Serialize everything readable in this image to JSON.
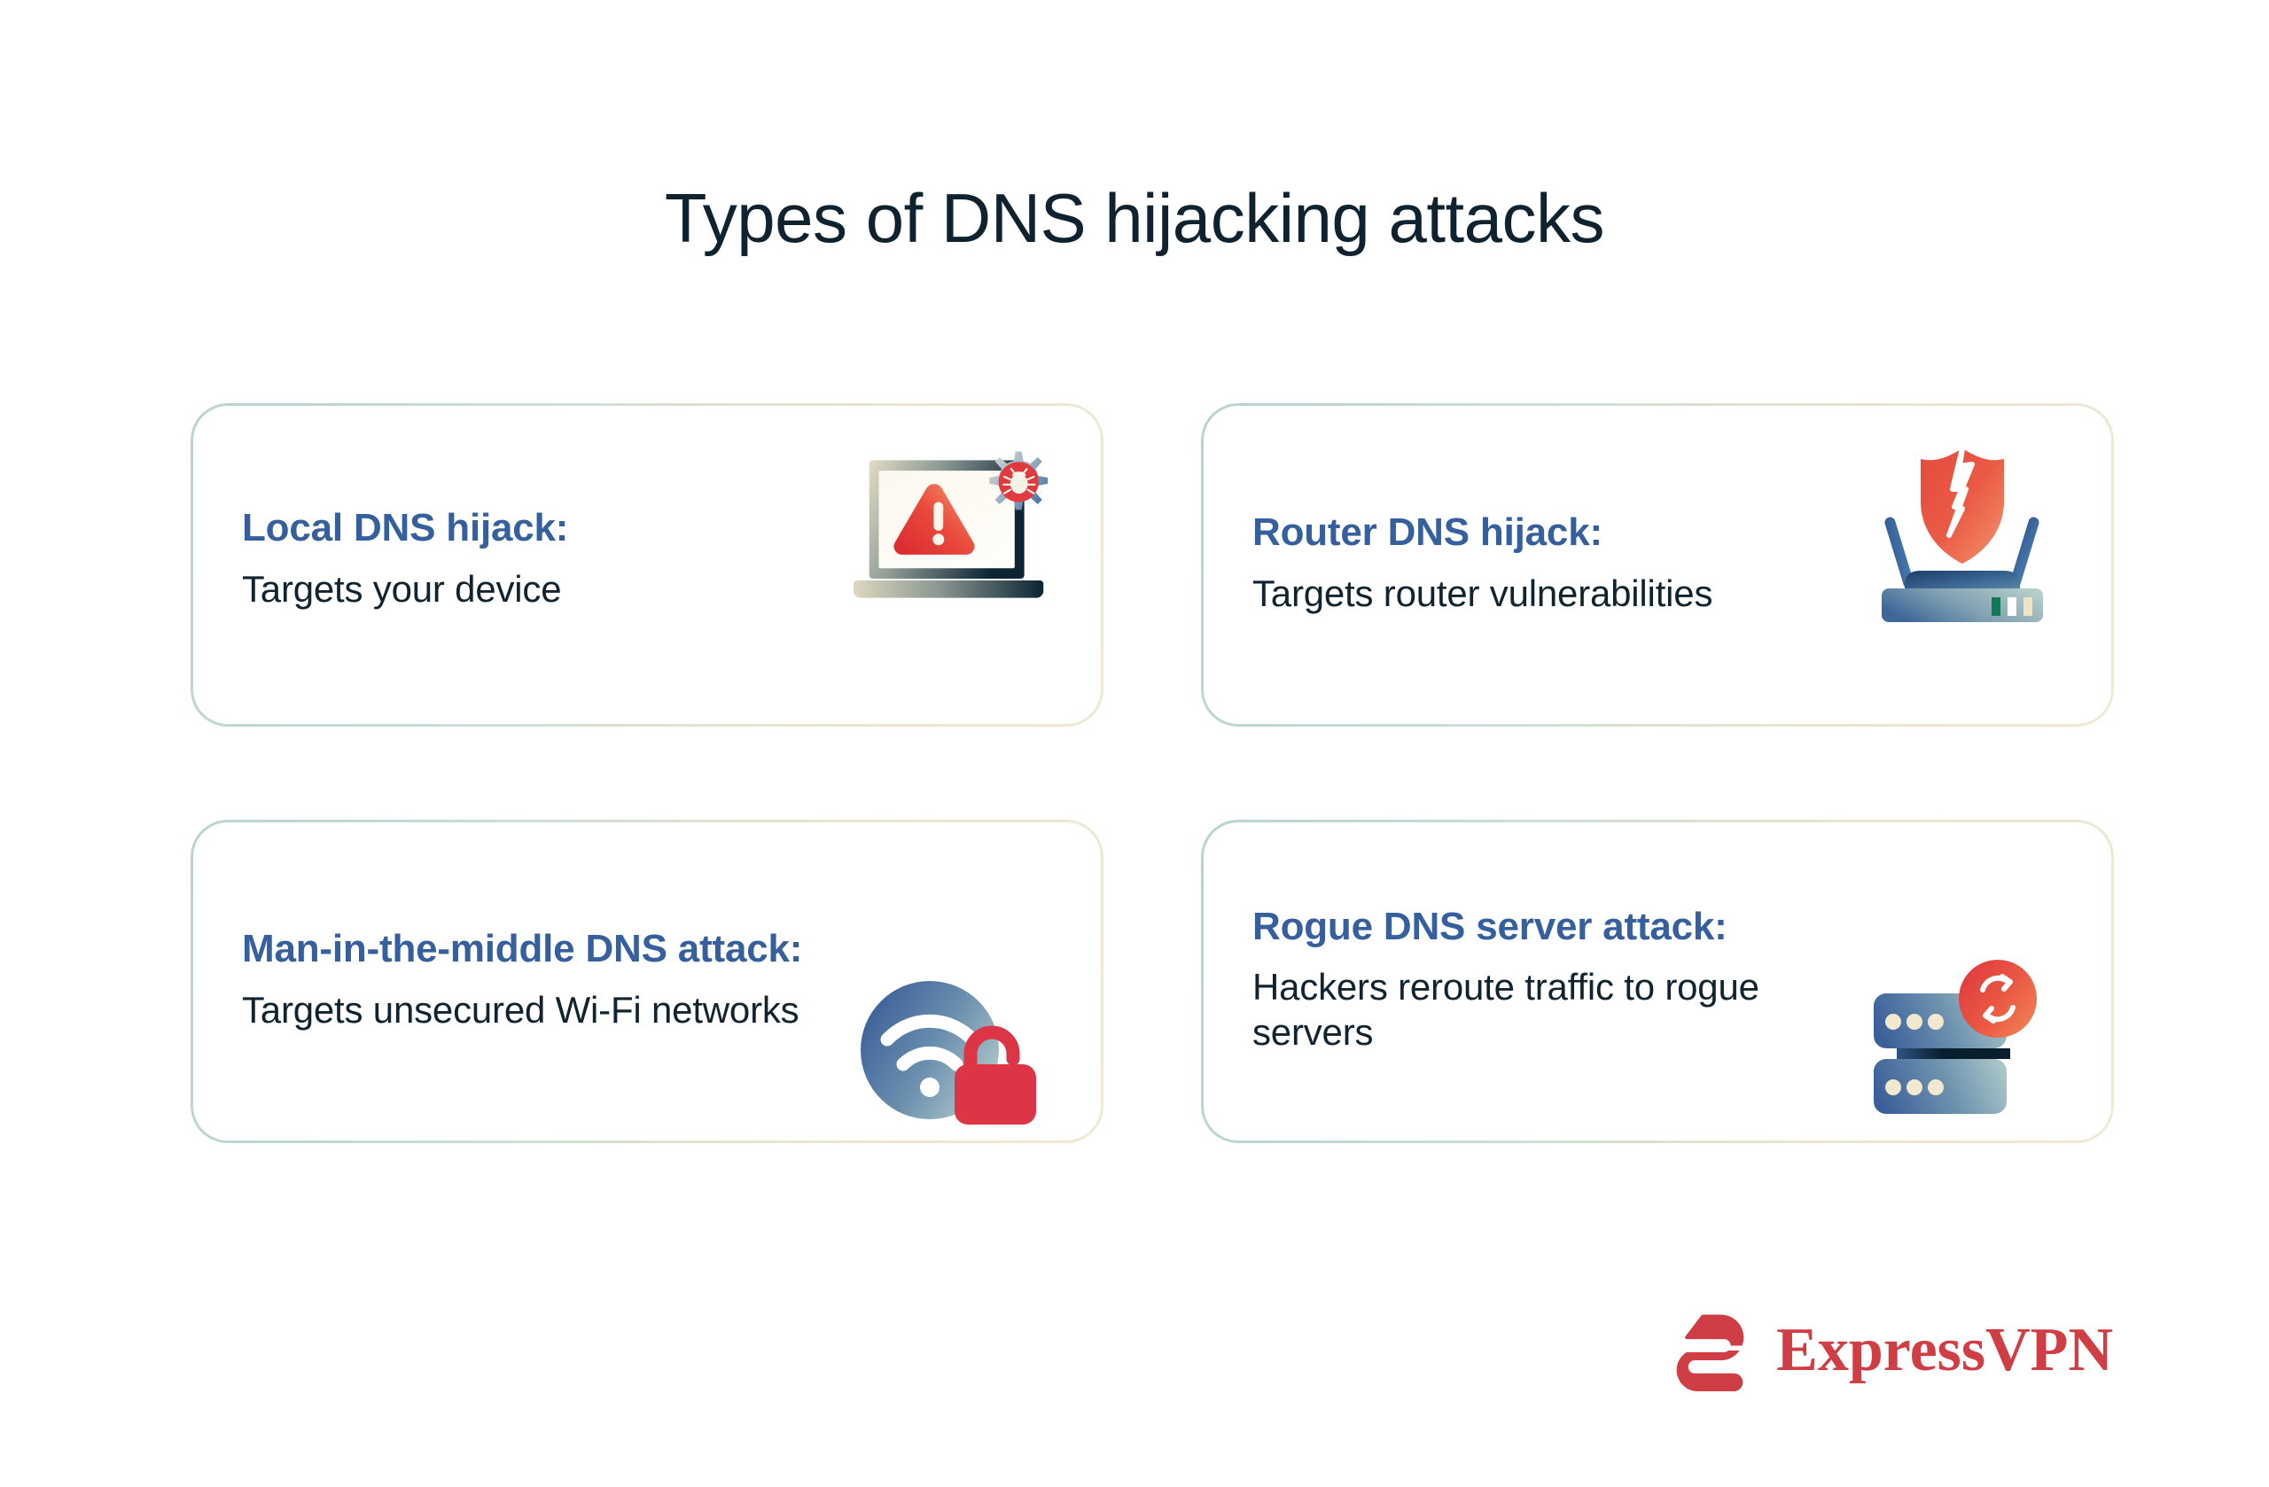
{
  "page": {
    "title": "Types of DNS hijacking attacks",
    "background_color": "#ffffff"
  },
  "colors": {
    "title_text": "#0e2230",
    "card_heading": "#35609d",
    "card_body": "#10232f",
    "card_border_start": "#b9d3d2",
    "card_border_end": "#efe9d4",
    "brand_red": "#d03e45",
    "accent_red": "#e03a3f",
    "accent_orange": "#ef7b52",
    "icon_blue": "#3b6099",
    "icon_teal": "#a8c6c6",
    "icon_cream": "#f4ead1",
    "icon_green": "#0f7a55",
    "icon_dark_navy": "#0c2433"
  },
  "cards": [
    {
      "id": "local-dns-hijack",
      "heading": "Local DNS hijack:",
      "body": "Targets your device",
      "icon_name": "laptop-warning-bug-icon"
    },
    {
      "id": "router-dns-hijack",
      "heading": "Router DNS hijack:",
      "body": "Targets router vulnerabilities",
      "icon_name": "router-broken-shield-icon"
    },
    {
      "id": "man-in-the-middle-dns-attack",
      "heading": "Man-in-the-middle DNS attack:",
      "body": "Targets unsecured Wi-Fi networks",
      "icon_name": "wifi-unlocked-padlock-icon"
    },
    {
      "id": "rogue-dns-server-attack",
      "heading": "Rogue DNS server attack:",
      "body": "Hackers reroute traffic to rogue servers",
      "icon_name": "server-stack-refresh-icon"
    }
  ],
  "logo": {
    "wordmark": "ExpressVPN",
    "mark_name": "expressvpn-e-logo-icon"
  }
}
